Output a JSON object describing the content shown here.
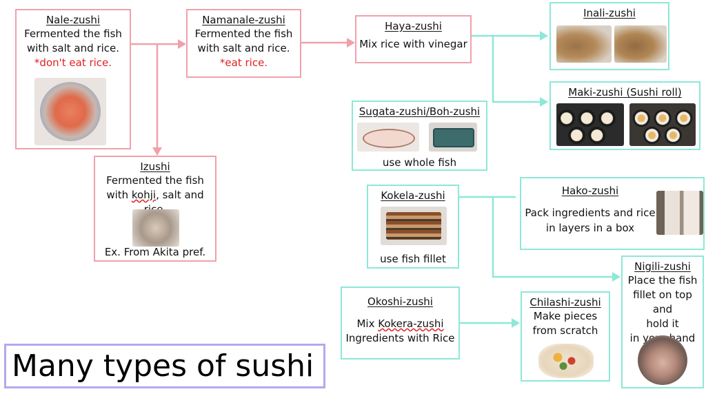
{
  "title": "Many types of sushi",
  "colors": {
    "pink": "#f0a0aa",
    "teal": "#8ce8d8",
    "red": "#e02020",
    "title_border": "#b7a6ee"
  },
  "nodes": {
    "nale": {
      "title": "Nale-zushi",
      "line1": "Fermented the fish",
      "line2": "with salt and rice.",
      "note": "*don't eat rice."
    },
    "namanale": {
      "title": "Namanale-zushi",
      "line1": "Fermented the fish",
      "line2": "with salt and rice.",
      "note": "*eat rice."
    },
    "izushi": {
      "title": "Izushi",
      "line1": "Fermented the fish",
      "line2_pre": "with ",
      "line2_kohji": "kohji",
      "line2_post": ", salt and rice.",
      "note": "Ex. From Akita pref."
    },
    "haya": {
      "title": "Haya-zushi",
      "line1": "Mix rice with vinegar"
    },
    "inali": {
      "title": "Inali-zushi"
    },
    "maki": {
      "title": "Maki-zushi (Sushi roll)"
    },
    "sugata": {
      "title": "Sugata-zushi/Boh-zushi",
      "caption": "use whole fish"
    },
    "kokela": {
      "title": "Kokela-zushi",
      "caption": "use fish fillet"
    },
    "hako": {
      "title": "Hako-zushi",
      "line1": "Pack ingredients and rice",
      "line2": "in layers in a box"
    },
    "nigili": {
      "title": "Nigili-zushi",
      "line1": "Place the fish",
      "line2": "fillet on top and",
      "line3": "hold it",
      "line4": "in your hand"
    },
    "okoshi": {
      "title": "Okoshi-zushi",
      "line1_pre": "Mix ",
      "line1_kokera": "Kokera-zushi",
      "line2": "Ingredients with Rice"
    },
    "chilashi": {
      "title": "Chilashi-zushi",
      "line1": "Make pieces",
      "line2": "from scratch"
    }
  }
}
